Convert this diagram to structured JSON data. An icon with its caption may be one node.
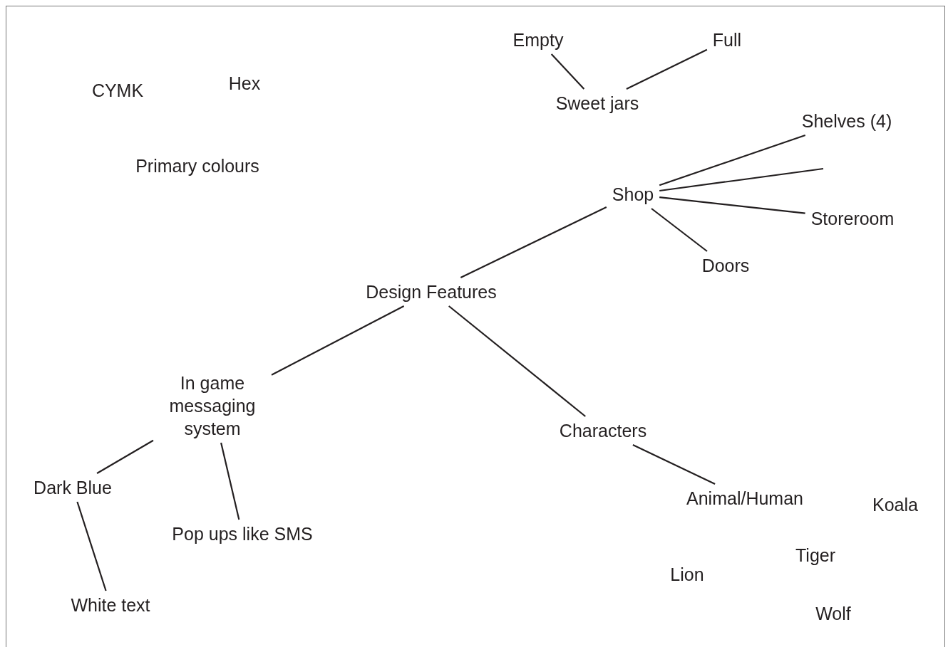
{
  "diagram": {
    "nodes": [
      {
        "text": [
          "Empty"
        ]
      },
      {
        "text": [
          "Full"
        ]
      },
      {
        "text": [
          "Sweet jars"
        ]
      },
      {
        "text": [
          "Shelves (4)"
        ]
      },
      {
        "text": [
          "Shop"
        ]
      },
      {
        "text": [
          "Storeroom"
        ]
      },
      {
        "text": [
          "Doors"
        ]
      },
      {
        "text": [
          "Design Features"
        ]
      },
      {
        "text": [
          "In game messaging system"
        ]
      },
      {
        "text": [
          "Characters"
        ]
      },
      {
        "text": [
          "Dark Blue"
        ]
      },
      {
        "text": [
          "Animal/Human"
        ]
      },
      {
        "text": [
          "Pop ups like SMS"
        ]
      },
      {
        "text": [
          "White text"
        ]
      }
    ],
    "edges": [
      {
        "from": 2,
        "to": 0,
        "arrow": "none"
      },
      {
        "from": 2,
        "to": 1,
        "arrow": "none"
      },
      {
        "from": 4,
        "to": 3,
        "arrow": "none"
      },
      {
        "from": 4,
        "to": null,
        "arrow": "none"
      },
      {
        "from": 4,
        "to": 5,
        "arrow": "none"
      },
      {
        "from": 4,
        "to": 6,
        "arrow": "none"
      },
      {
        "from": 7,
        "to": 4,
        "arrow": "none"
      },
      {
        "from": 7,
        "to": 8,
        "arrow": "none"
      },
      {
        "from": 7,
        "to": 9,
        "arrow": "none"
      },
      {
        "from": 8,
        "to": 10,
        "arrow": "none"
      },
      {
        "from": 8,
        "to": 12,
        "arrow": "none"
      },
      {
        "from": 10,
        "to": 13,
        "arrow": "none"
      },
      {
        "from": 9,
        "to": 11,
        "arrow": "none"
      }
    ],
    "labels": [
      "CYMK",
      "Hex",
      "Primary colours",
      "Koala",
      "Tiger",
      "Lion",
      "Wolf"
    ]
  }
}
